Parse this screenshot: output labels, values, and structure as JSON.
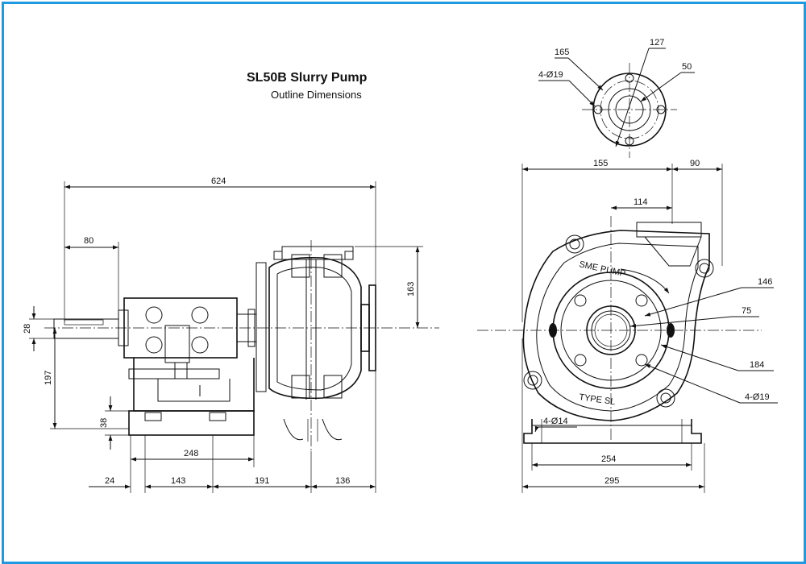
{
  "drawing": {
    "title": "SL50B Slurry Pump",
    "subtitle": "Outline Dimensions"
  },
  "side_view": {
    "dims": {
      "overall_length": "624",
      "shaft_extension": "80",
      "shaft_diameter": "28",
      "shaft_height": "197",
      "base_height": "38",
      "base_length": "248",
      "d_24": "24",
      "d_143": "143",
      "d_191": "191",
      "d_136": "136",
      "outlet_height": "163"
    }
  },
  "front_view": {
    "dims": {
      "width_left": "155",
      "width_right": "90",
      "outlet_offset": "114",
      "d_146": "146",
      "d_75": "75",
      "d_184": "184",
      "bolt_holes": "4-Ø19",
      "base_holes": "4-Ø14",
      "base_inner": "254",
      "base_outer": "295"
    },
    "plate_text_top": "SME PUMP",
    "plate_text_bottom": "TYPE SL"
  },
  "flange_view": {
    "dims": {
      "d_165": "165",
      "d_127": "127",
      "d_50": "50",
      "holes": "4-Ø19"
    }
  }
}
